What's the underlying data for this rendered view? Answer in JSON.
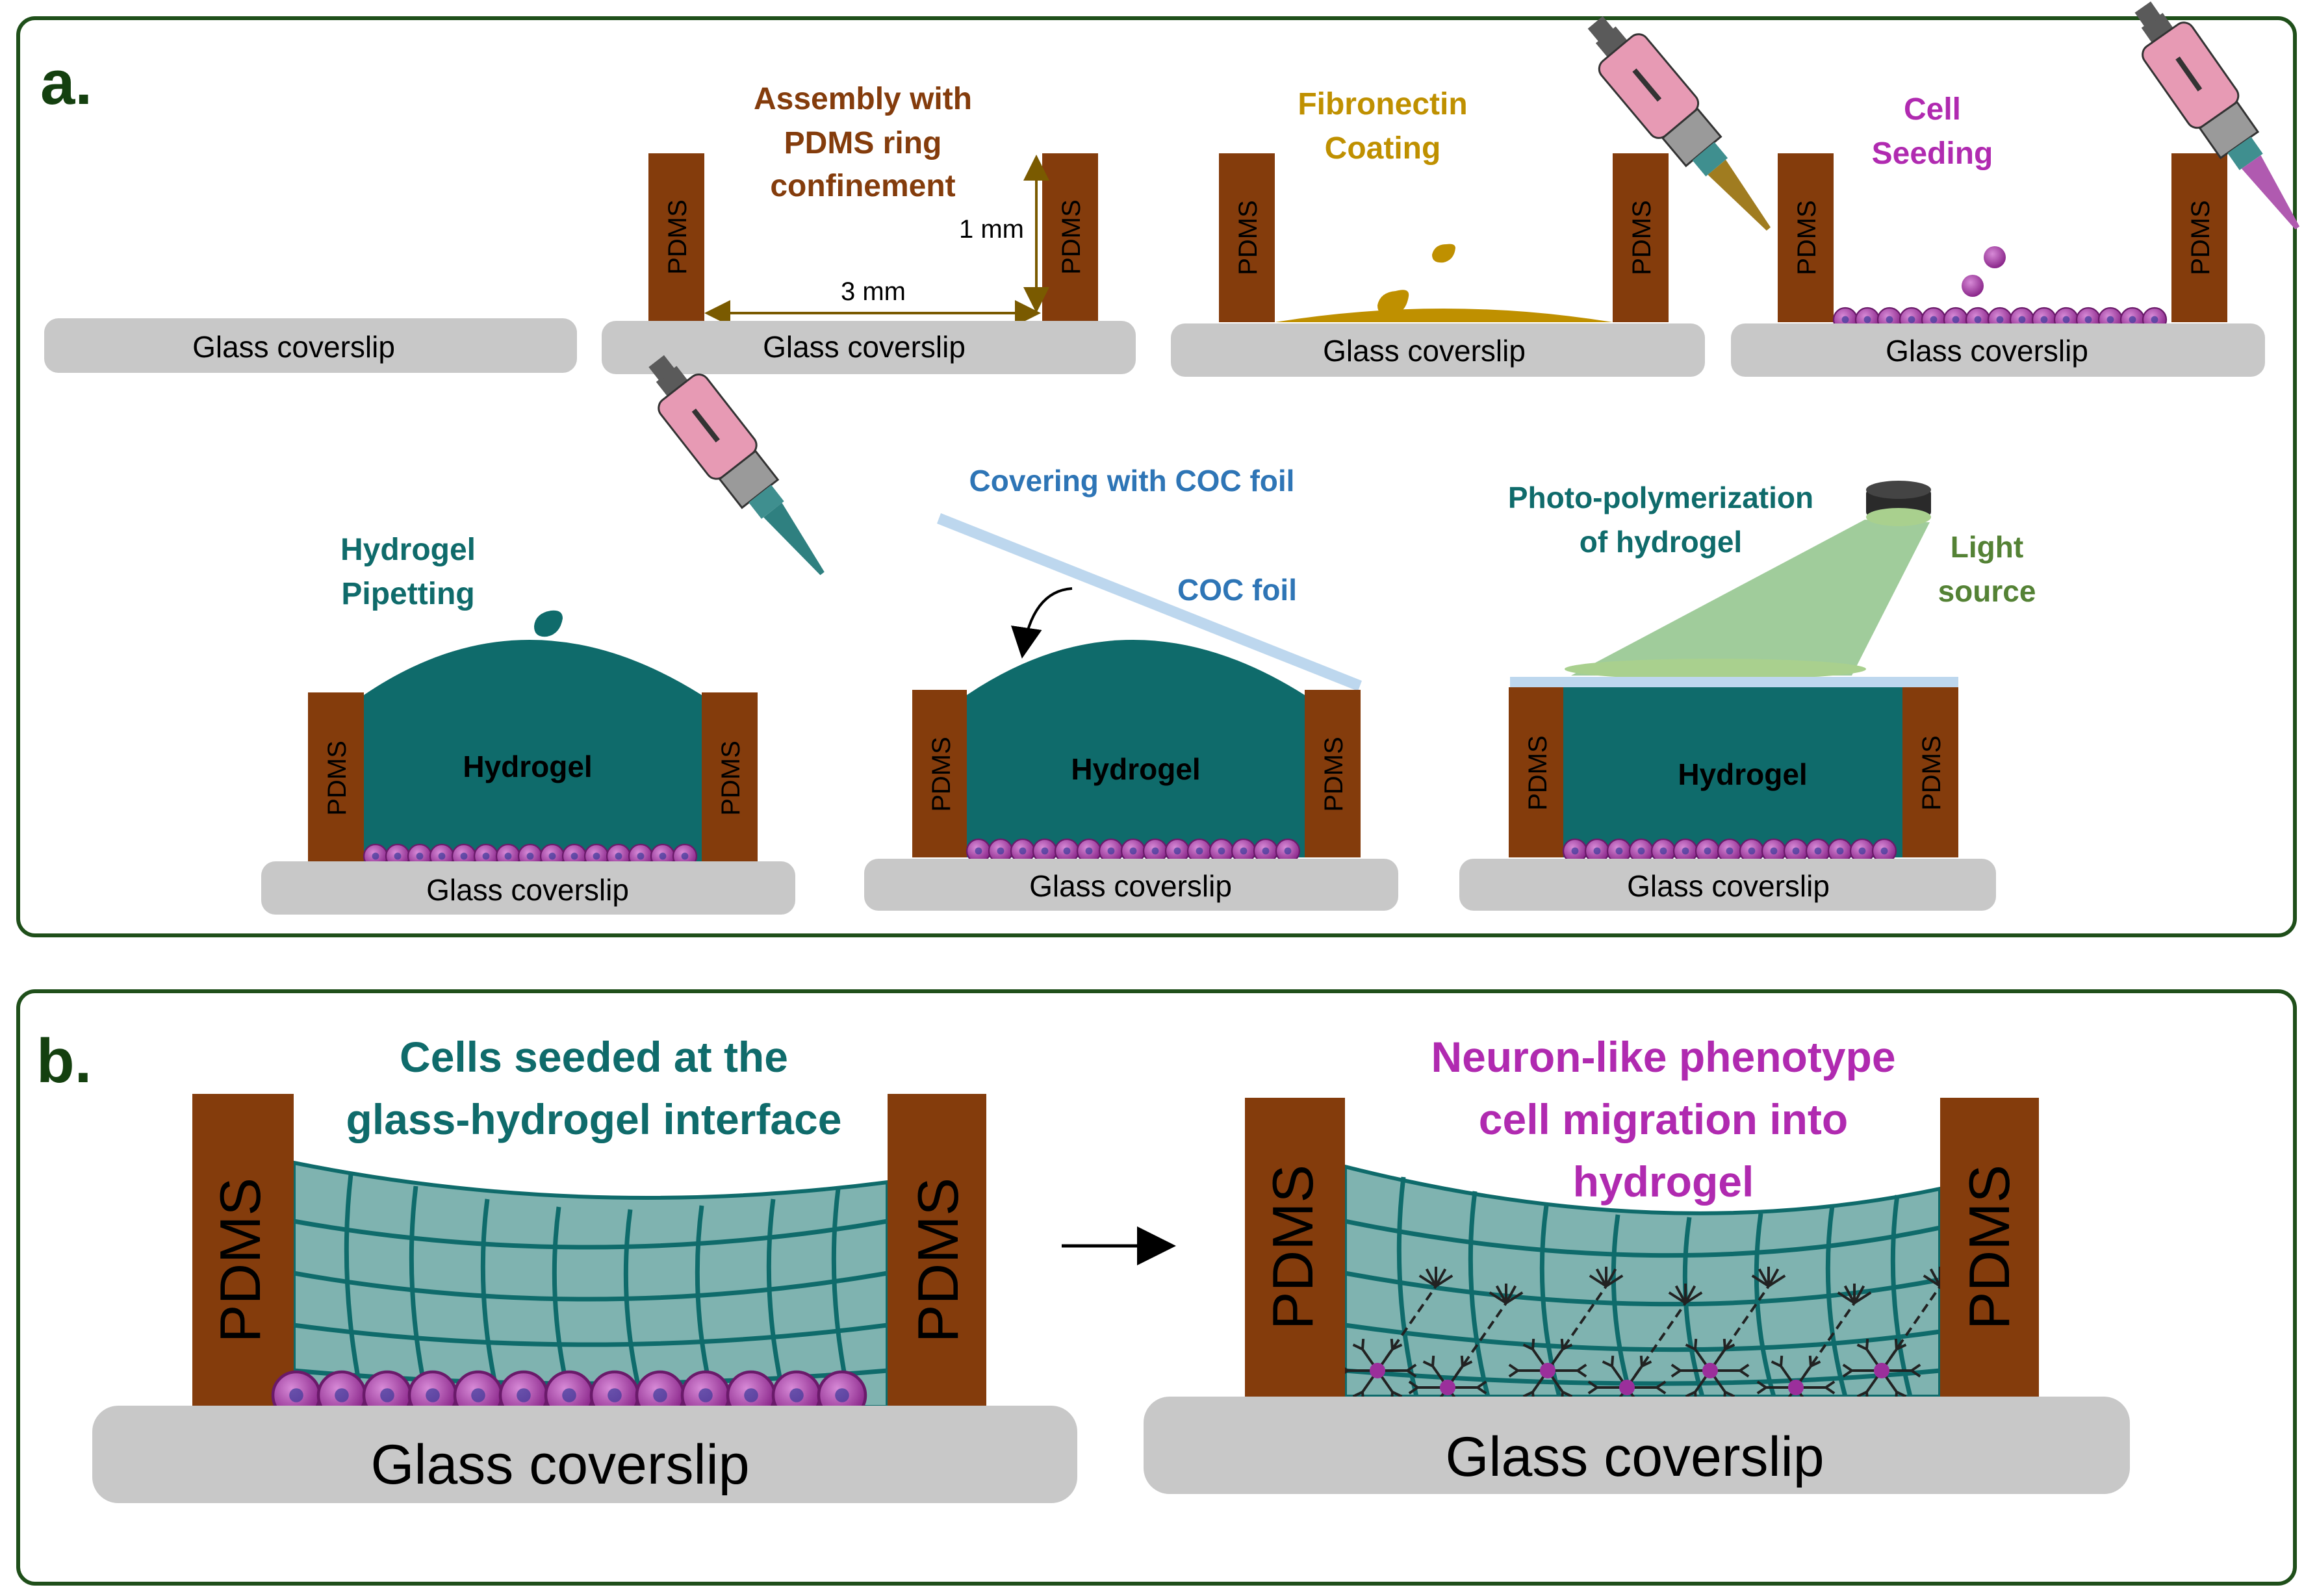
{
  "colors": {
    "panel_border": "#1f4f1a",
    "panel_label": "#14400f",
    "pdms": "#843c0c",
    "glass": "#c8c8c8",
    "hydrogel": "#0f6b6b",
    "hydrogel_light": "#7fb3b0",
    "cell": "#9b2f9b",
    "fibronectin": "#bf9000",
    "assembly_text": "#843c0c",
    "fibronectin_text": "#bf9000",
    "cell_text": "#b02ab0",
    "hydrogel_text": "#0f6b6b",
    "coc_text": "#2e75b6",
    "coc_foil": "#bdd7ee",
    "light_text": "#548235",
    "light_cone": "#8fc38a",
    "pipette_body": "#e79ab4",
    "pipette_grey": "#9a9a9a"
  },
  "panel_a": {
    "label": "a.",
    "glass_label": "Glass coverslip",
    "pdms_label": "PDMS",
    "hydrogel_label": "Hydrogel",
    "steps": {
      "assembly": [
        "Assembly with",
        "PDMS ring",
        "confinement"
      ],
      "dim_height": "1 mm",
      "dim_width": "3 mm",
      "fibronectin": [
        "Fibronectin",
        "Coating"
      ],
      "cell_seeding": [
        "Cell",
        "Seeding"
      ],
      "hydrogel_pipetting": [
        "Hydrogel",
        "Pipetting"
      ],
      "covering": "Covering with COC foil",
      "coc_foil": "COC foil",
      "photo_poly": [
        "Photo-polymerization",
        "of hydrogel"
      ],
      "light_source": [
        "Light",
        "source"
      ]
    }
  },
  "panel_b": {
    "label": "b.",
    "glass_label": "Glass coverslip",
    "pdms_label": "PDMS",
    "left_title": [
      "Cells seeded at the",
      "glass-hydrogel interface"
    ],
    "right_title": [
      "Neuron-like phenotype",
      "cell migration into",
      "hydrogel"
    ]
  }
}
